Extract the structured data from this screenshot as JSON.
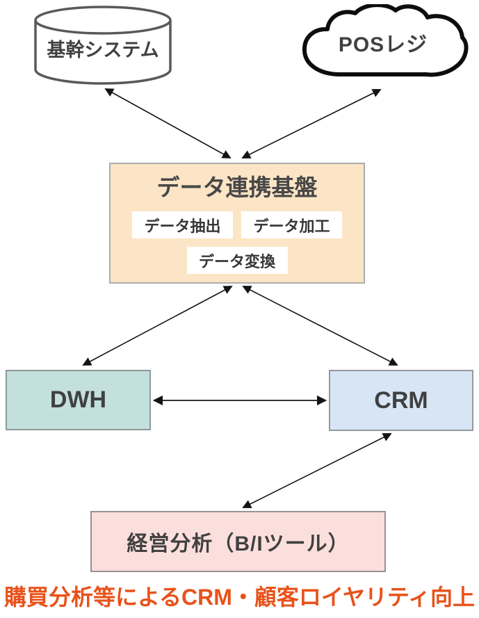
{
  "diagram": {
    "nodes": {
      "core_system": {
        "label": "基幹システム",
        "shape": "cylinder"
      },
      "pos_register": {
        "label": "POSレジ",
        "shape": "cloud"
      },
      "platform": {
        "title": "データ連携基盤",
        "functions": [
          "データ抽出",
          "データ加工",
          "データ変換"
        ]
      },
      "dwh": {
        "label": "DWH"
      },
      "crm": {
        "label": "CRM"
      },
      "bi_tool": {
        "label": "経営分析（B/Iツール）"
      }
    },
    "edges": [
      {
        "from": "core-system",
        "to": "data-platform",
        "bidirectional": true
      },
      {
        "from": "pos-register",
        "to": "data-platform",
        "bidirectional": true
      },
      {
        "from": "data-platform",
        "to": "dwh",
        "bidirectional": true
      },
      {
        "from": "data-platform",
        "to": "crm",
        "bidirectional": true
      },
      {
        "from": "dwh",
        "to": "crm",
        "bidirectional": true
      },
      {
        "from": "crm",
        "to": "bi-tool",
        "bidirectional": true
      }
    ],
    "caption": {
      "text": "購買分析等によるCRM・顧客ロイヤリティ向上"
    },
    "colors": {
      "platform_bg": "#FCE5C6",
      "dwh_bg": "#C3E0DD",
      "crm_bg": "#D7E5F5",
      "bi_bg": "#FBDFDC",
      "caption_text": "#E8521A",
      "cylinder_stroke": "#595959",
      "cloud_stroke": "#0D0D0D",
      "arrow": "#141414",
      "node_text": "#404040"
    }
  }
}
